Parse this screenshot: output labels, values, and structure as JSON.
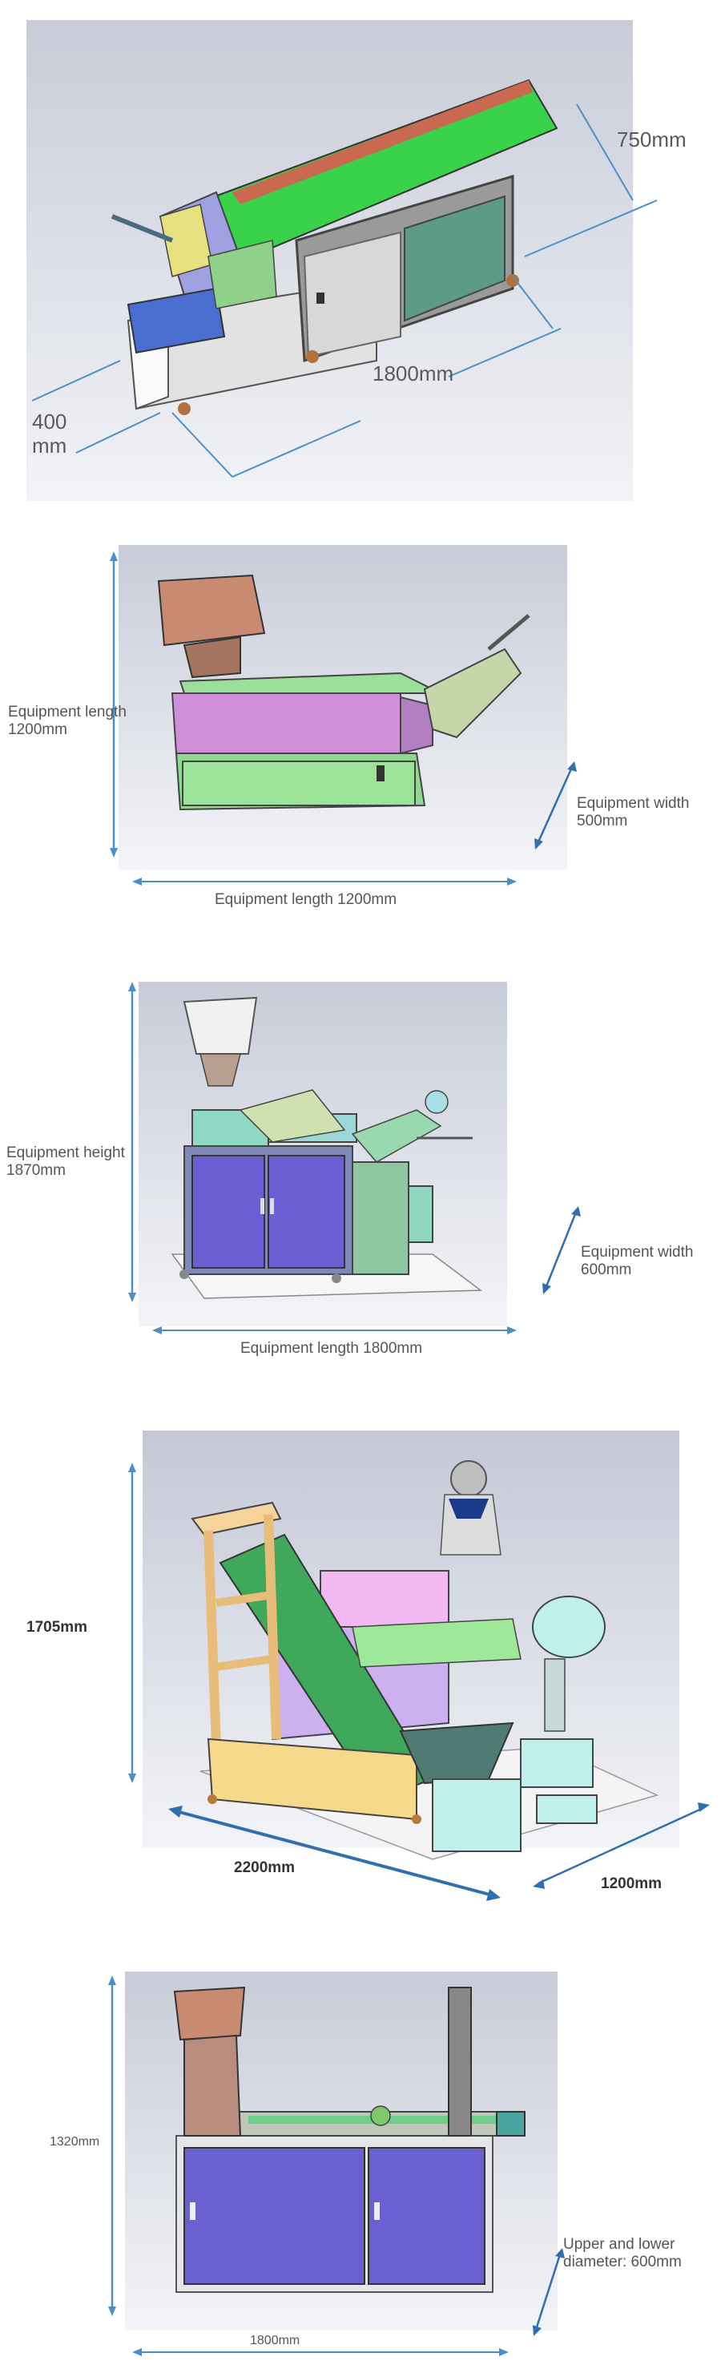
{
  "panels": [
    {
      "labels": {
        "width": "750mm",
        "length": "1800mm",
        "height": "400\nmm"
      }
    },
    {
      "labels": {
        "height": "Equipment length\n1200mm",
        "width": "Equipment width\n500mm",
        "length": "Equipment length 1200mm"
      }
    },
    {
      "labels": {
        "height": "Equipment height\n1870mm",
        "width": "Equipment width\n600mm",
        "length": "Equipment length 1800mm"
      }
    },
    {
      "labels": {
        "height": "1705mm",
        "length": "2200mm",
        "width": "1200mm"
      }
    },
    {
      "labels": {
        "height": "1320mm",
        "length": "1800mm",
        "width": "Upper and lower\ndiameter: 600mm"
      }
    }
  ],
  "colors": {
    "dimension_line": "#4a90c8",
    "dimension_line_dark": "#2f6fb0",
    "render_bg": "#dde0ea"
  }
}
